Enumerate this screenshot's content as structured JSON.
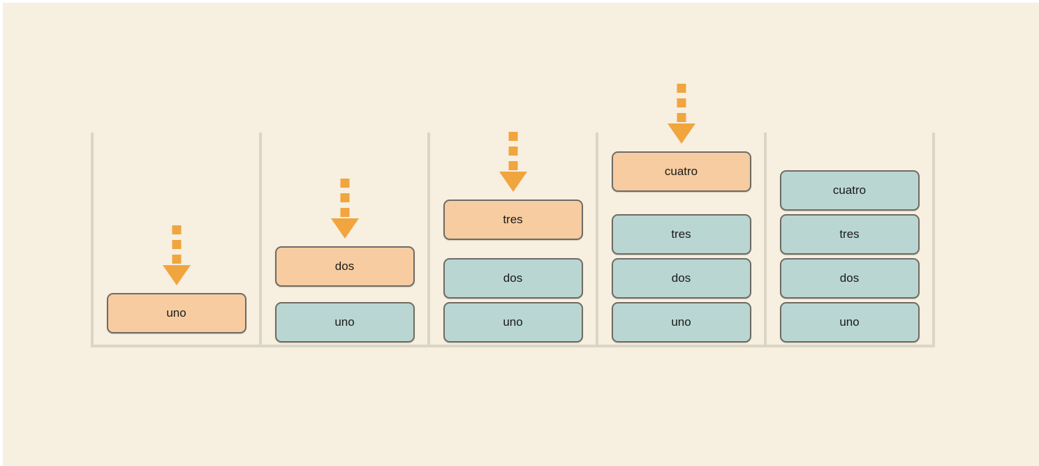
{
  "figure": {
    "description_label": "stack-push-sequence",
    "colors": {
      "background": "#f7efe0",
      "frame": "#ffffff",
      "container_border": "#dbd5c6",
      "incoming_box_fill": "#f6cca0",
      "stacked_box_fill": "#b9d6d2",
      "box_border": "#6f6b64",
      "arrow": "#f0a53e",
      "text": "#1a1a1a"
    },
    "panels": [
      {
        "id": "step-1",
        "has_push_arrow": true,
        "boxes": [
          {
            "label": "uno",
            "state": "incoming"
          }
        ]
      },
      {
        "id": "step-2",
        "has_push_arrow": true,
        "boxes": [
          {
            "label": "uno",
            "state": "stacked"
          },
          {
            "label": "dos",
            "state": "incoming"
          }
        ]
      },
      {
        "id": "step-3",
        "has_push_arrow": true,
        "boxes": [
          {
            "label": "uno",
            "state": "stacked"
          },
          {
            "label": "dos",
            "state": "stacked"
          },
          {
            "label": "tres",
            "state": "incoming"
          }
        ]
      },
      {
        "id": "step-4",
        "has_push_arrow": true,
        "boxes": [
          {
            "label": "uno",
            "state": "stacked"
          },
          {
            "label": "dos",
            "state": "stacked"
          },
          {
            "label": "tres",
            "state": "stacked"
          },
          {
            "label": "cuatro",
            "state": "incoming"
          }
        ]
      },
      {
        "id": "step-5",
        "has_push_arrow": false,
        "boxes": [
          {
            "label": "uno",
            "state": "stacked"
          },
          {
            "label": "dos",
            "state": "stacked"
          },
          {
            "label": "tres",
            "state": "stacked"
          },
          {
            "label": "cuatro",
            "state": "stacked"
          }
        ]
      }
    ]
  }
}
